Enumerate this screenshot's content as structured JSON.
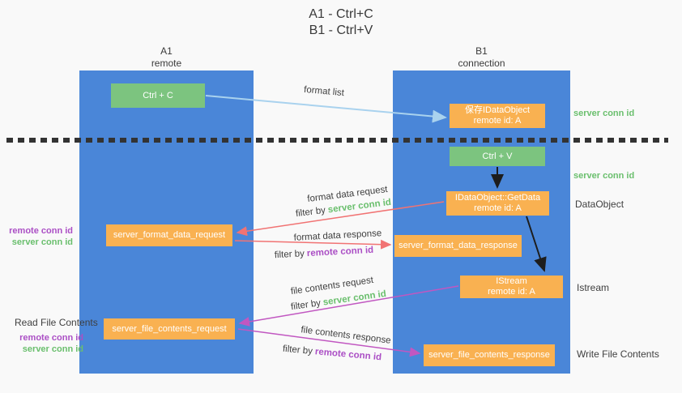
{
  "title": {
    "line1": "A1 - Ctrl+C",
    "line2": "B1 - Ctrl+V"
  },
  "columns": {
    "left": {
      "id": "A1",
      "name": "remote"
    },
    "right": {
      "id": "B1",
      "name": "connection"
    }
  },
  "nodes": {
    "ctrl_c": {
      "label": "Ctrl + C"
    },
    "save_idataobject": {
      "line1": "保存IDataObject",
      "line2": "remote id: A"
    },
    "ctrl_v": {
      "label": "Ctrl + V"
    },
    "getdata": {
      "line1": "IDataObject::GetData",
      "line2": "remote id: A"
    },
    "format_request": {
      "label": "server_format_data_request"
    },
    "format_response": {
      "label": "server_format_data_response"
    },
    "istream": {
      "line1": "IStream",
      "line2": "remote id: A"
    },
    "file_request": {
      "label": "server_file_contents_request"
    },
    "file_response": {
      "label": "server_file_contents_response"
    }
  },
  "flows": {
    "format_list": {
      "label": "format list"
    },
    "format_data_request": {
      "label": "format data request",
      "filter_prefix": "filter by",
      "filter_key": "server conn id"
    },
    "format_data_response": {
      "label": "format data response",
      "filter_prefix": "filter by",
      "filter_key": "remote conn id"
    },
    "file_contents_request": {
      "label": "file contents request",
      "filter_prefix": "filter by",
      "filter_key": "server conn id"
    },
    "file_contents_response": {
      "label": "file contents response",
      "filter_prefix": "filter by",
      "filter_key": "remote conn id"
    }
  },
  "side_labels": {
    "server_conn_top": "server conn id",
    "server_conn_mid": "server conn id",
    "dataobject": "DataObject",
    "istream": "Istream",
    "write_file_contents": "Write File Contents",
    "read_file_contents": "Read File Contents",
    "format_remote_conn": "remote conn id",
    "format_server_conn": "server conn id",
    "file_remote_conn": "remote conn id",
    "file_server_conn": "server conn id"
  },
  "colors": {
    "column_blue": "#4a86d8",
    "box_green": "#7cc47f",
    "box_orange": "#f9b151",
    "arrow_red": "#f17373",
    "arrow_magenta": "#c157c1",
    "arrow_lightblue": "#a9d2ee",
    "arrow_black": "#1d1d1d",
    "conn_id_green": "#6abf6d",
    "conn_id_purple": "#ab4fc5",
    "text_dark": "#3f3f3f",
    "background": "#f9f9f9"
  }
}
